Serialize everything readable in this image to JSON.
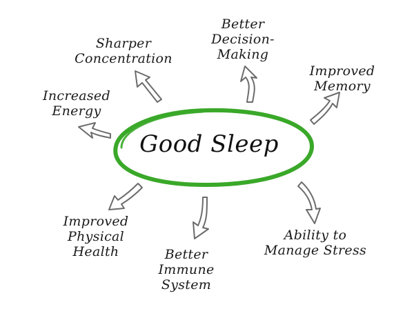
{
  "center": {
    "label": "Good Sleep"
  },
  "benefits": {
    "sharper_concentration": "Sharper\nConcentration",
    "better_decision_making": "Better\nDecision-\nMaking",
    "improved_memory": "Improved\nMemory",
    "increased_energy": "Increased\nEnergy",
    "improved_physical_health": "Improved\nPhysical\nHealth",
    "better_immune_system": "Better\nImmune\nSystem",
    "ability_to_manage_stress": "Ability to\nManage Stress"
  },
  "colors": {
    "ellipse": "#3aa829",
    "arrow_fill": "#ffffff",
    "arrow_stroke": "#6b6b6b",
    "text": "#1a1a1a"
  },
  "icons": [
    "curved-arrow-icon"
  ]
}
